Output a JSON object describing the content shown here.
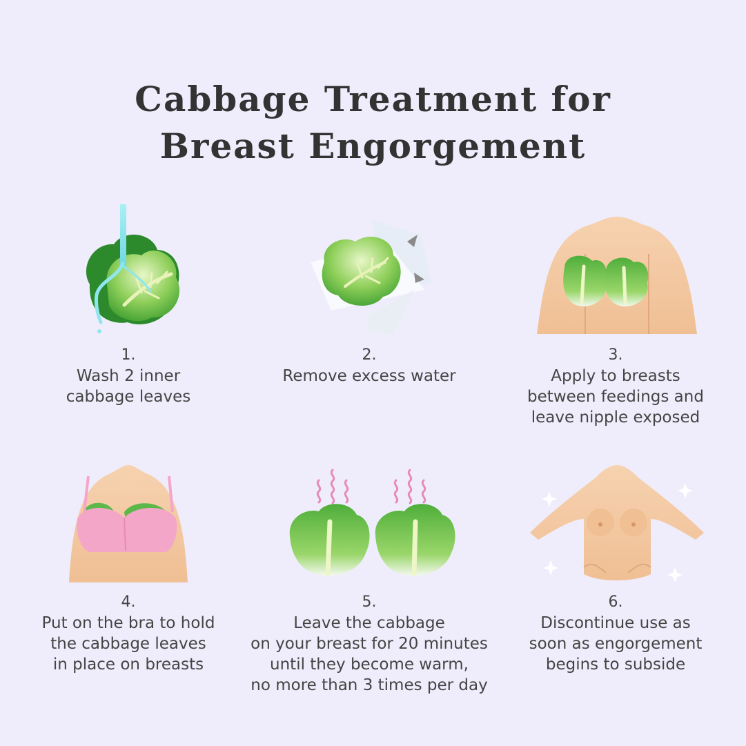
{
  "title": {
    "line1": "Cabbage Treatment for",
    "line2": "Breast Engorgement"
  },
  "steps": [
    {
      "number": "1.",
      "text": "Wash 2 inner\ncabbage leaves"
    },
    {
      "number": "2.",
      "text": "Remove excess water"
    },
    {
      "number": "3.",
      "text": "Apply to breasts\nbetween feedings and\nleave nipple exposed"
    },
    {
      "number": "4.",
      "text": "Put on the bra to hold\nthe cabbage leaves\nin place on breasts"
    },
    {
      "number": "5.",
      "text": "Leave the cabbage\non your breast for 20 minutes\nuntil they become warm,\nno more than 3 times per day"
    },
    {
      "number": "6.",
      "text": "Discontinue use as\nsoon as engorgement\nbegins to subside"
    }
  ],
  "colors": {
    "background": "#efedfb",
    "cabbage_dark": "#2e8b2e",
    "cabbage_light": "#a8d87a",
    "skin": "#f3c8a0",
    "bra": "#f4a6c8",
    "water": "#8fe6ee",
    "heat": "#e88ab8"
  },
  "icons": [
    "cabbage-icon",
    "water-stream-icon",
    "paper-towel-icon",
    "torso-icon",
    "bra-icon",
    "heat-waves-icon",
    "sparkle-icon"
  ]
}
